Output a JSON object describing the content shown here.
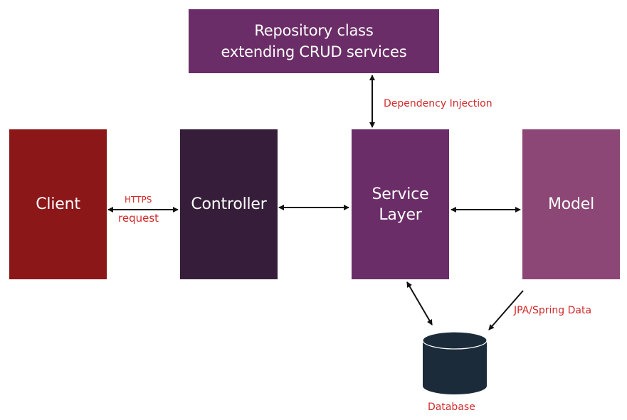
{
  "nodes": {
    "repository": {
      "label": "Repository class\nextending CRUD services",
      "color": "#6b2d67"
    },
    "client": {
      "label": "Client",
      "color": "#8c1719"
    },
    "controller": {
      "label": "Controller",
      "color": "#361e3a"
    },
    "service": {
      "label": "Service\nLayer",
      "color": "#6b2d67"
    },
    "model": {
      "label": "Model",
      "color": "#8c4776"
    },
    "database": {
      "label": "Database",
      "color": "#1c2b3a"
    }
  },
  "edges": {
    "client_controller": {
      "label_top": "HTTPS",
      "label_bottom": "request"
    },
    "repository_service": {
      "label": "Dependency Injection"
    },
    "model_database": {
      "label": "JPA/Spring Data"
    }
  },
  "colors": {
    "label_text": "#d02a2a",
    "arrow": "#111111"
  }
}
